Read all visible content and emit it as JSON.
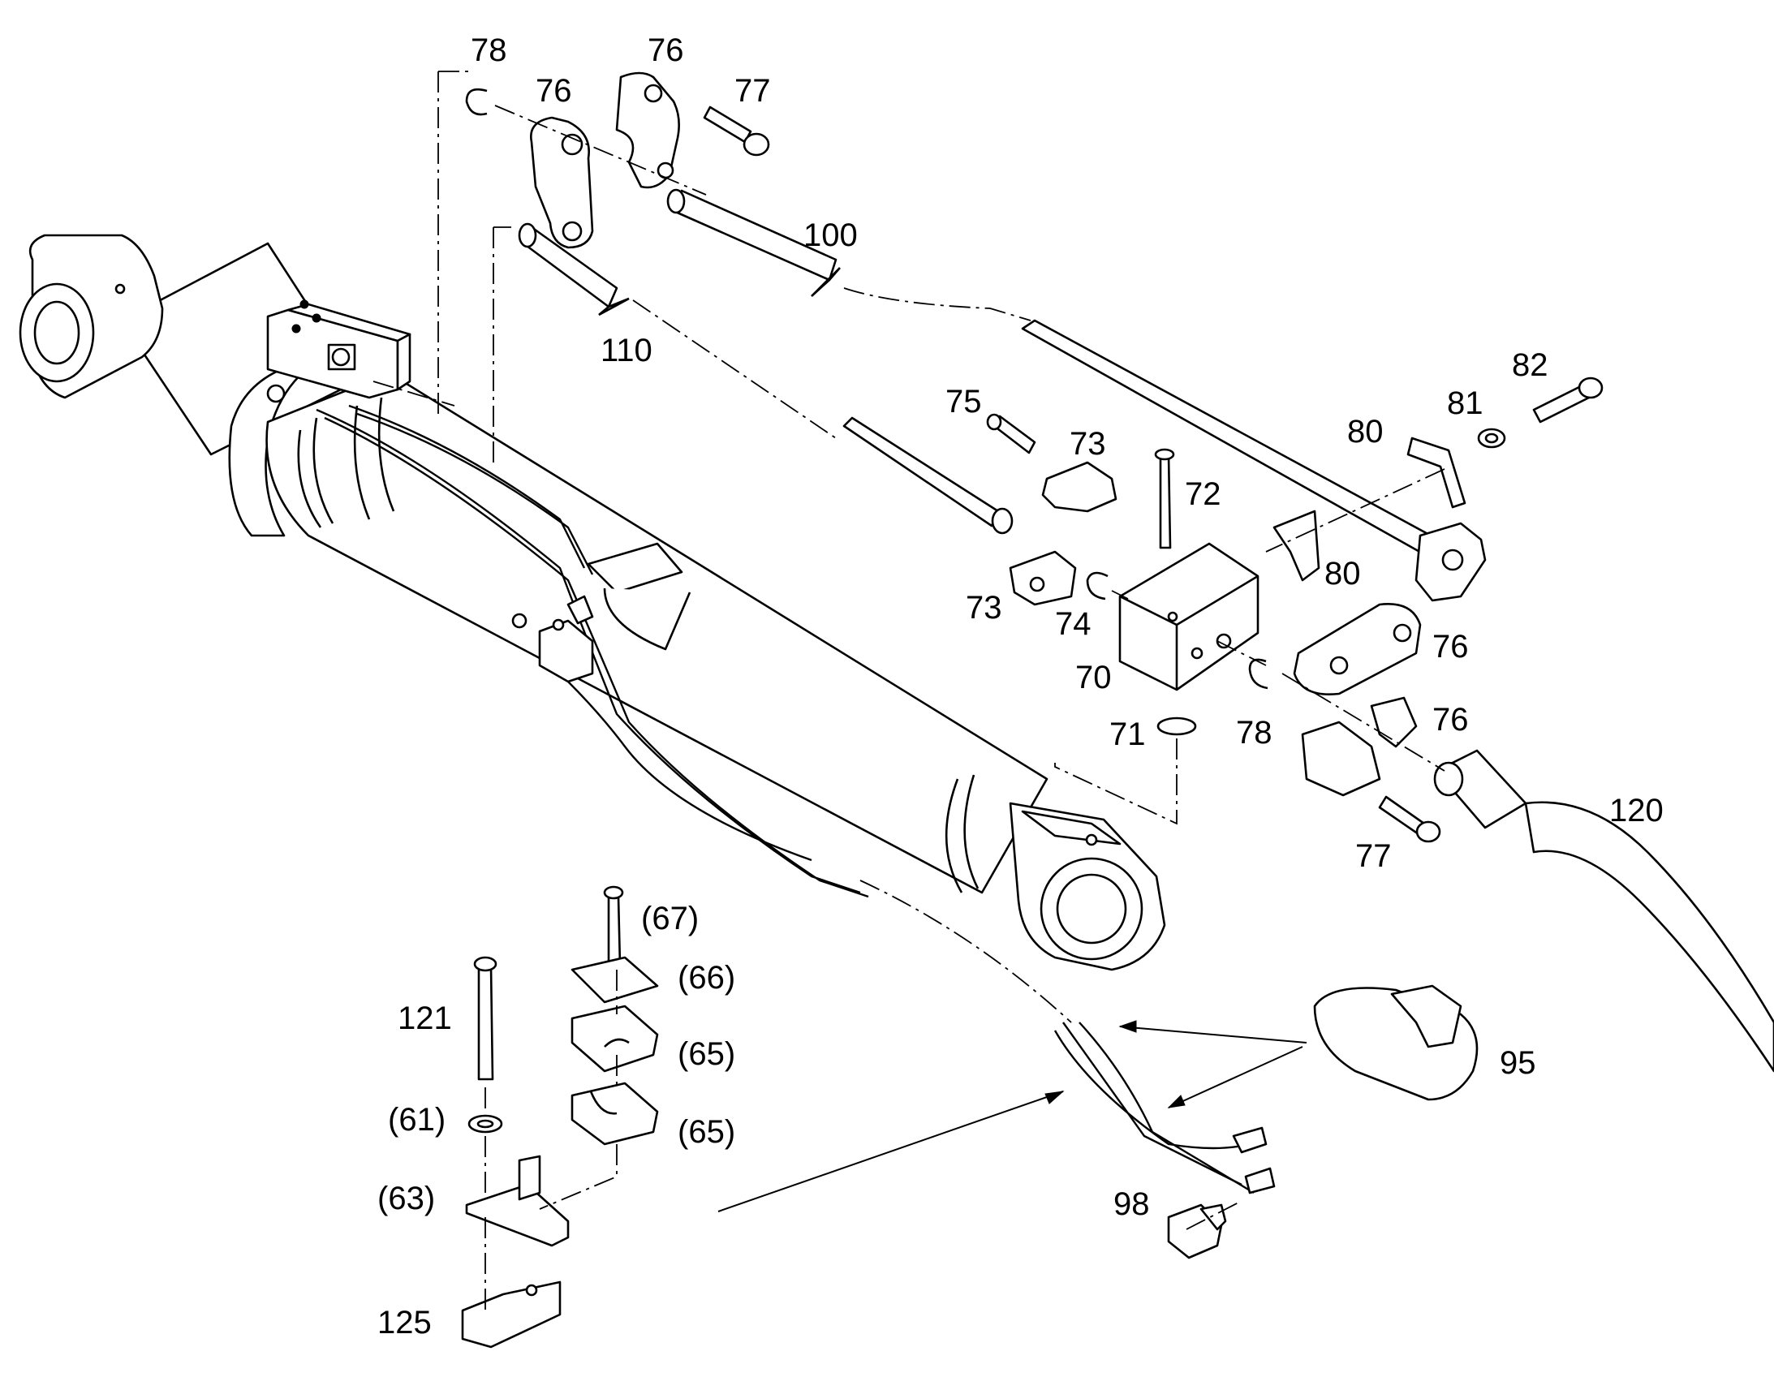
{
  "diagram": {
    "background": "#ffffff",
    "ink": "#000000",
    "callouts": {
      "c78a": "78",
      "c76a": "76",
      "c76b": "76",
      "c77a": "77",
      "c100": "100",
      "c110": "110",
      "c75": "75",
      "c73a": "73",
      "c82": "82",
      "c81": "81",
      "c80a": "80",
      "c72": "72",
      "c80b": "80",
      "c73b": "73",
      "c74": "74",
      "c76c": "76",
      "c70": "70",
      "c71": "71",
      "c78b": "78",
      "c76d": "76",
      "c120": "120",
      "c77b": "77",
      "c67": "(67)",
      "c66": "(66)",
      "c121": "121",
      "c65a": "(65)",
      "c61": "(61)",
      "c65b": "(65)",
      "c63": "(63)",
      "c95": "95",
      "c98": "98",
      "c125": "125"
    }
  }
}
